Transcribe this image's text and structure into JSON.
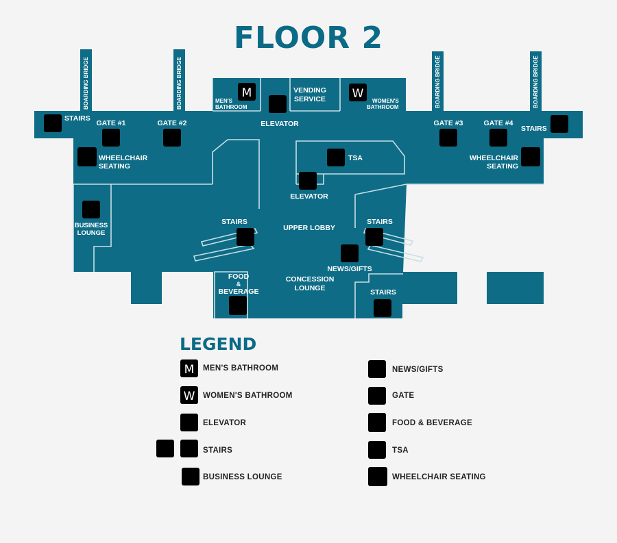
{
  "title": "FLOOR 2",
  "colors": {
    "floor": "#0e6c86",
    "icon": "#5fb9c9",
    "wall": "#c8dfe6",
    "heading": "#0b6a86"
  },
  "map": {
    "bridge_label": "BOARDING BRIDGE",
    "gates": [
      "GATE #1",
      "GATE #2",
      "GATE #3",
      "GATE #4"
    ],
    "stairs": "STAIRS",
    "wheelchair_line1": "WHEELCHAIR",
    "wheelchair_line2": "SEATING",
    "mens_line1": "MEN'S",
    "mens_line2": "BATHROOM",
    "womens_line1": "WOMEN'S",
    "womens_line2": "BATHROOM",
    "vending_line1": "VENDING",
    "vending_line2": "SERVICE",
    "elevator": "ELEVATOR",
    "tsa": "TSA",
    "business_line1": "BUSINESS",
    "business_line2": "LOUNGE",
    "upper_lobby": "UPPER LOBBY",
    "news_gifts": "NEWS/GIFTS",
    "food_line1": "FOOD",
    "food_line2": "&",
    "food_line3": "BEVERAGE",
    "concession_line1": "CONCESSION",
    "concession_line2": "LOUNGE",
    "m_glyph": "M",
    "w_glyph": "W"
  },
  "legend": {
    "title": "LEGEND",
    "left": [
      "MEN'S BATHROOM",
      "WOMEN'S BATHROOM",
      "ELEVATOR",
      "STAIRS",
      "BUSINESS LOUNGE"
    ],
    "right": [
      "NEWS/GIFTS",
      "GATE",
      "FOOD & BEVERAGE",
      "TSA",
      "WHEELCHAIR SEATING"
    ]
  }
}
